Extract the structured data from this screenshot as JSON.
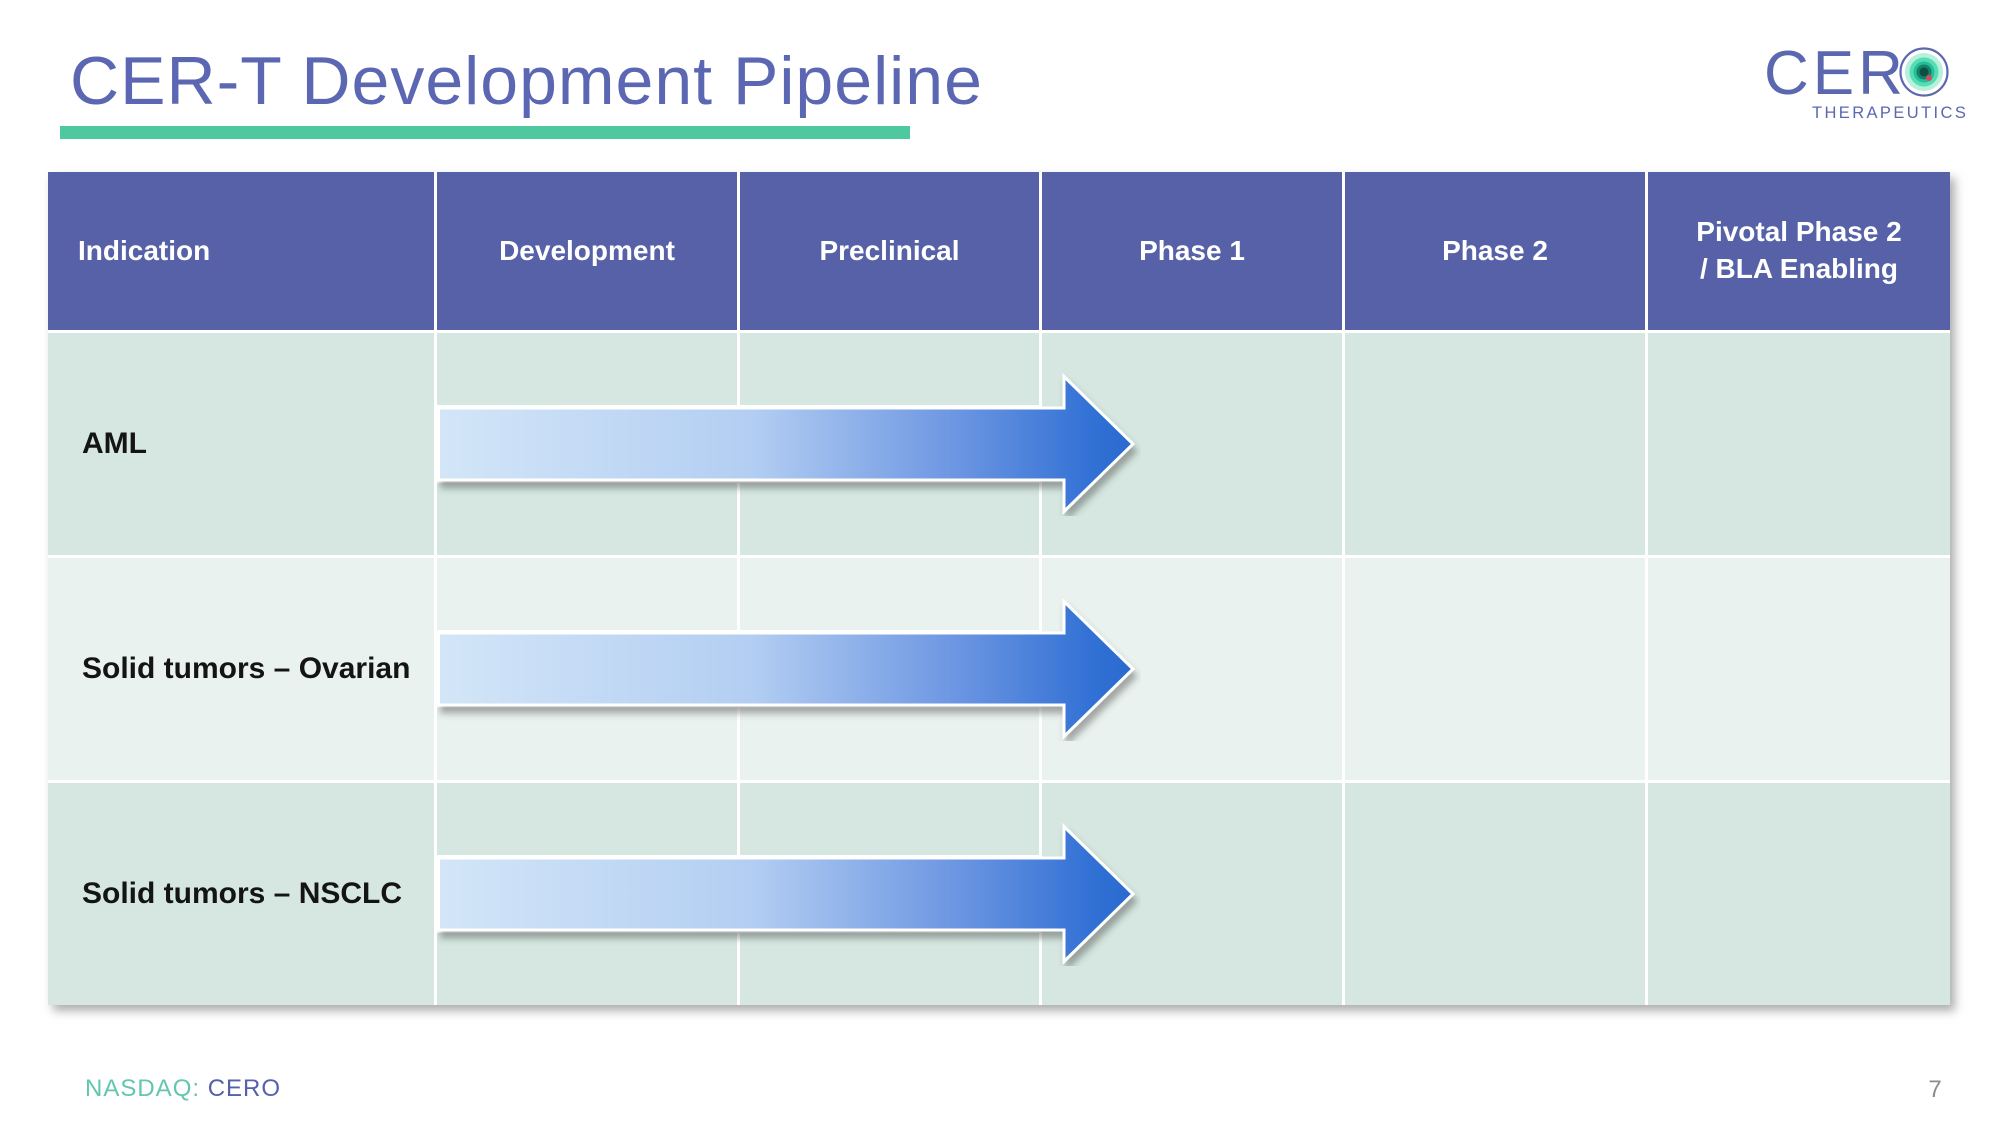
{
  "slide": {
    "title": "CER-T Development Pipeline",
    "page_number": "7",
    "footer": {
      "exchange": "NASDAQ:",
      "ticker": "CERO"
    },
    "logo": {
      "wordmark": "CER",
      "subtitle": "THERAPEUTICS"
    },
    "colors": {
      "title_text": "#5b67b2",
      "accent_bar": "#4ec89e",
      "header_bg": "#5661a8",
      "row_mint_dark": "#d5e7e0",
      "row_mint_light": "#e9f2ee",
      "arrow_gradient_start": "#d3e6f8",
      "arrow_gradient_end": "#2b6ad0",
      "footer_exchange": "#65c6ae",
      "footer_ticker": "#5561a9",
      "page_number": "#8c8c8c"
    },
    "table": {
      "headers": [
        "Indication",
        "Development",
        "Preclinical",
        "Phase 1",
        "Phase 2",
        "Pivotal Phase 2\n/ BLA Enabling"
      ],
      "rows": [
        {
          "indication": "AML",
          "arrow_from": "Development",
          "arrow_to": "Phase 1"
        },
        {
          "indication": "Solid tumors – Ovarian",
          "arrow_from": "Development",
          "arrow_to": "Phase 1"
        },
        {
          "indication": "Solid tumors – NSCLC",
          "arrow_from": "Development",
          "arrow_to": "Phase 1"
        }
      ]
    }
  }
}
